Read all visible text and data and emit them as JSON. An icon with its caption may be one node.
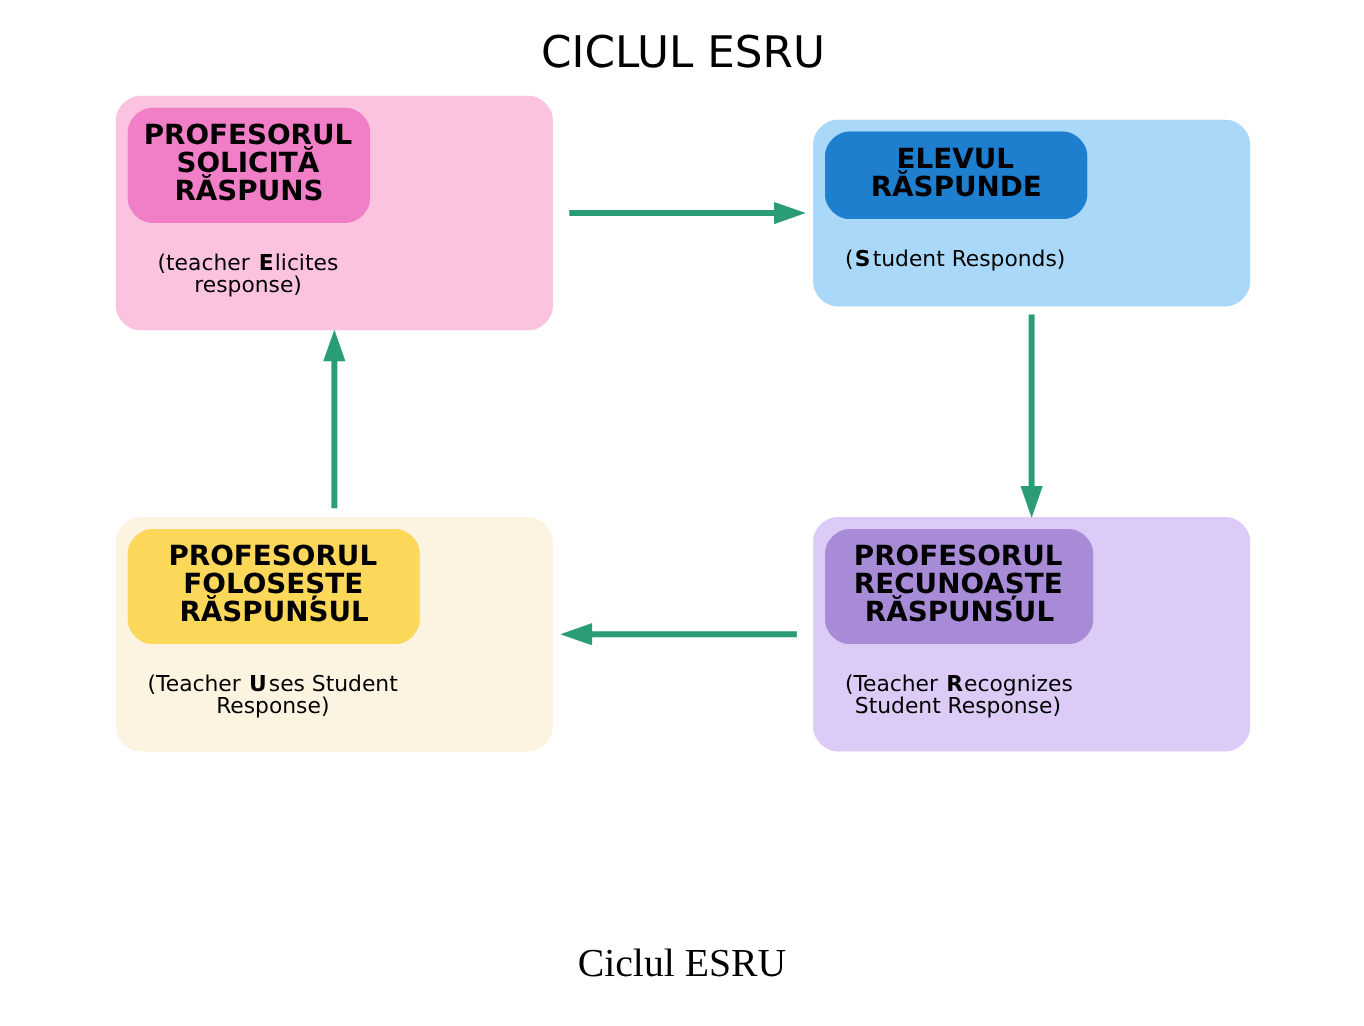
{
  "diagram": {
    "title": "CICLUL ESRU",
    "caption": "Ciclul ESRU",
    "nodes": [
      {
        "text": [
          "PROFESORUL SOLICITĂ RĂSPUNS",
          "(teacher **E**licites response)"
        ]
      },
      {
        "text": [
          "ELEVUL RĂSPUNDE",
          "(**S**tudent Responds)"
        ]
      },
      {
        "text": [
          "PROFESORUL FOLOSEȘTE RĂSPUNSUL",
          "(Teacher **U**ses Student Response)"
        ]
      },
      {
        "text": [
          "PROFESORUL RECUNOAȘTE RĂSPUNSUL",
          "(Teacher **R**ecognizes Student Response)"
        ]
      }
    ],
    "edges": [
      {
        "from": 0,
        "to": 1,
        "arrow": "to"
      },
      {
        "from": 1,
        "to": 3,
        "arrow": "to"
      },
      {
        "from": 3,
        "to": 2,
        "arrow": "to"
      },
      {
        "from": 2,
        "to": 0,
        "arrow": "to"
      }
    ]
  }
}
